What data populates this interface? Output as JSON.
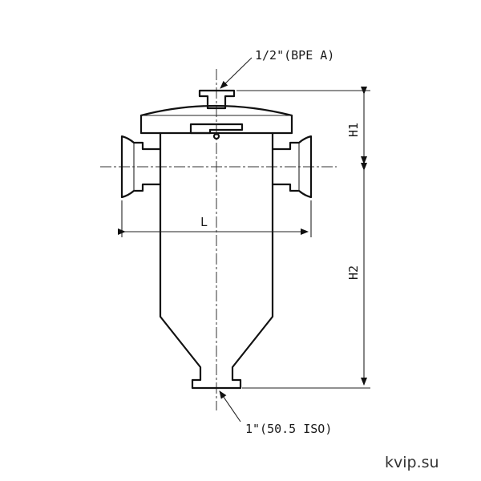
{
  "labels": {
    "top_port": "1/2\"(BPE A)",
    "bottom_port": "1\"(50.5 ISO)",
    "width": "L",
    "height_upper": "H1",
    "height_lower": "H2"
  },
  "watermark": "kvip.su",
  "colors": {
    "line": "#111111",
    "background": "#ffffff",
    "watermark": "#333333"
  }
}
